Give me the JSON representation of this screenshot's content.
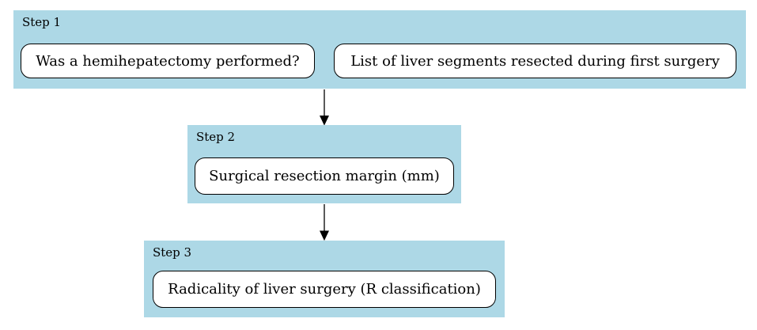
{
  "diagram": {
    "type": "flowchart",
    "colors": {
      "background": "#ffffff",
      "group_fill": "#add8e6",
      "node_fill": "#ffffff",
      "node_border": "#000000",
      "text": "#000000",
      "arrow": "#000000"
    },
    "steps": [
      {
        "label": "Step 1",
        "nodes": [
          "Was a hemihepatectomy performed?",
          "List of liver segments resected during first surgery"
        ]
      },
      {
        "label": "Step 2",
        "nodes": [
          "Surgical resection margin (mm)"
        ]
      },
      {
        "label": "Step 3",
        "nodes": [
          "Radicality of liver surgery (R classification)"
        ]
      }
    ],
    "arrows": [
      {
        "from": "Step 1",
        "to": "Step 2",
        "direction": "down"
      },
      {
        "from": "Step 2",
        "to": "Step 3",
        "direction": "down"
      }
    ]
  }
}
